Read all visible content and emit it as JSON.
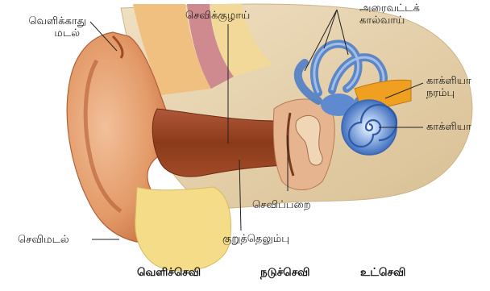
{
  "labels": {
    "pinna_top_line1": "வெளிக்காது",
    "pinna_top_line2": "மடல்",
    "ear_canal": "செவிக்குழாய்",
    "semicircular_line1": "அரைவட்டக்",
    "semicircular_line2": "கால்வாய்",
    "cochlear_nerve_line1": "காக்ளியா",
    "cochlear_nerve_line2": "நரம்பு",
    "cochlea": "காக்ளியா",
    "eardrum": "செவிப்பறை",
    "pinna": "செவிமடல்",
    "cartilage": "குறுத்தெலும்பு"
  },
  "sections": {
    "outer": "வெளிச்செவி",
    "middle": "நடுச்செவி",
    "inner": "உட்செவி"
  },
  "colors": {
    "skin": "#e7a370",
    "skin_dark": "#c46a3c",
    "canal": "#8a3a1a",
    "bone": "#e8d4b0",
    "cartilage": "#f4dc88",
    "inner_blue": "#4f7fc8",
    "nerve_orange": "#f0a020"
  }
}
